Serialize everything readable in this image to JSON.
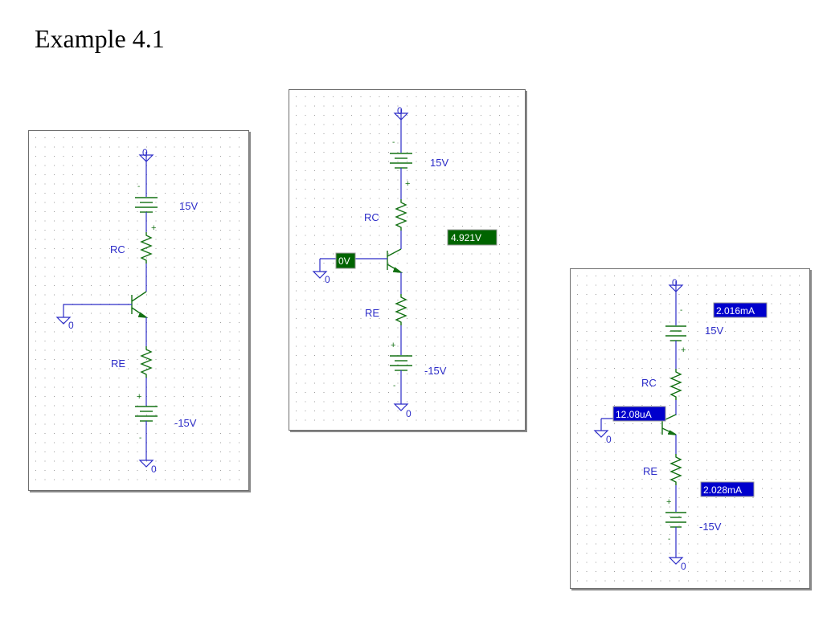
{
  "slide": {
    "title": "Example 4.1"
  },
  "colors": {
    "wire": "#2c2cc8",
    "device": "#127012",
    "grid": "#9a9a9a",
    "probe_green": "#006400",
    "probe_blue": "#0000cc",
    "probe_text": "#ffffff"
  },
  "circuit1": {
    "vcc_ground": "0",
    "vcc_source": "15V",
    "vcc_minus": "-",
    "vcc_plus": "+",
    "rc": "RC",
    "base_ground": "0",
    "re": "RE",
    "vee_plus": "+",
    "vee_source": "-15V",
    "vee_minus": "-",
    "vee_ground": "0"
  },
  "circuit2": {
    "vcc_ground": "0",
    "vcc_source": "15V",
    "vcc_minus": "-",
    "vcc_plus": "+",
    "rc": "RC",
    "collector_probe": "4.921V",
    "base_probe": "0V",
    "base_ground": "0",
    "re": "RE",
    "vee_plus": "+",
    "vee_source": "-15V",
    "vee_minus": "-",
    "vee_ground": "0"
  },
  "circuit3": {
    "vcc_ground": "0",
    "vcc_source": "15V",
    "vcc_minus": "-",
    "vcc_plus": "+",
    "top_current_probe": "2.016mA",
    "rc": "RC",
    "base_current_probe": "12.08uA",
    "base_ground": "0",
    "re": "RE",
    "emitter_current_probe": "2.028mA",
    "vee_plus": "+",
    "vee_source": "-15V",
    "vee_minus": "-",
    "vee_ground": "0"
  }
}
